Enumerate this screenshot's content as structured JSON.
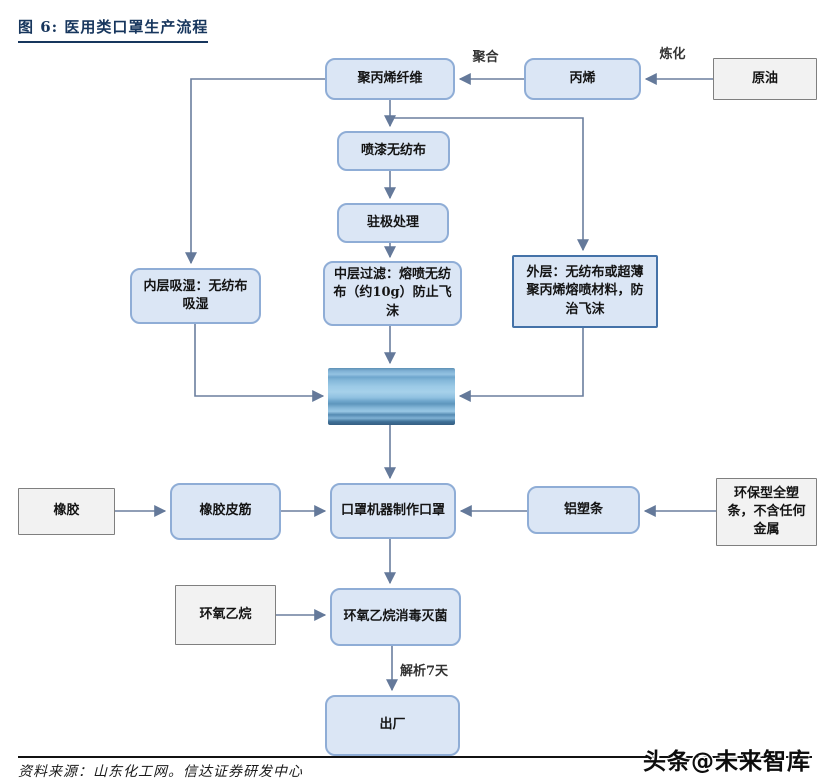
{
  "title": "图 6:  医用类口罩生产流程",
  "nodes": {
    "polypropylene_fiber": "聚丙烯纤维",
    "propylene": "丙烯",
    "crude_oil": "原油",
    "spray_nonwoven": "喷漆无纺布",
    "electret_treatment": "驻极处理",
    "inner_layer": "内层吸湿：无纺布吸湿",
    "middle_layer": "中层过滤：熔喷无纺布（约10g）防止飞沫",
    "outer_layer": "外层：无纺布或超薄聚丙烯熔喷材料，防治飞沫",
    "mask_machine": "口罩机器制作口罩",
    "rubber": "橡胶",
    "rubber_band": "橡胶皮筋",
    "aluminum_plastic_strip": "铝塑条",
    "eco_plastic_strip": "环保型全塑条，不含任何金属",
    "ethylene_oxide": "环氧乙烷",
    "sterilization": "环氧乙烷消毒灭菌",
    "factory_release": "出厂"
  },
  "edge_labels": {
    "polymerization": "聚合",
    "refining": "炼化",
    "analysis_7_days": "解析7天"
  },
  "footer": {
    "source": "资料来源：山东化工网。信达证券研发中心",
    "watermark": "头条@未来智库"
  },
  "colors": {
    "title": "#17365d",
    "box_fill": "#dbe6f5",
    "box_border": "#8fadd6",
    "outer_box_border": "#4472a8",
    "gray_fill": "#f2f2f2",
    "gray_border": "#7f7f7f",
    "arrow": "#64799a"
  }
}
